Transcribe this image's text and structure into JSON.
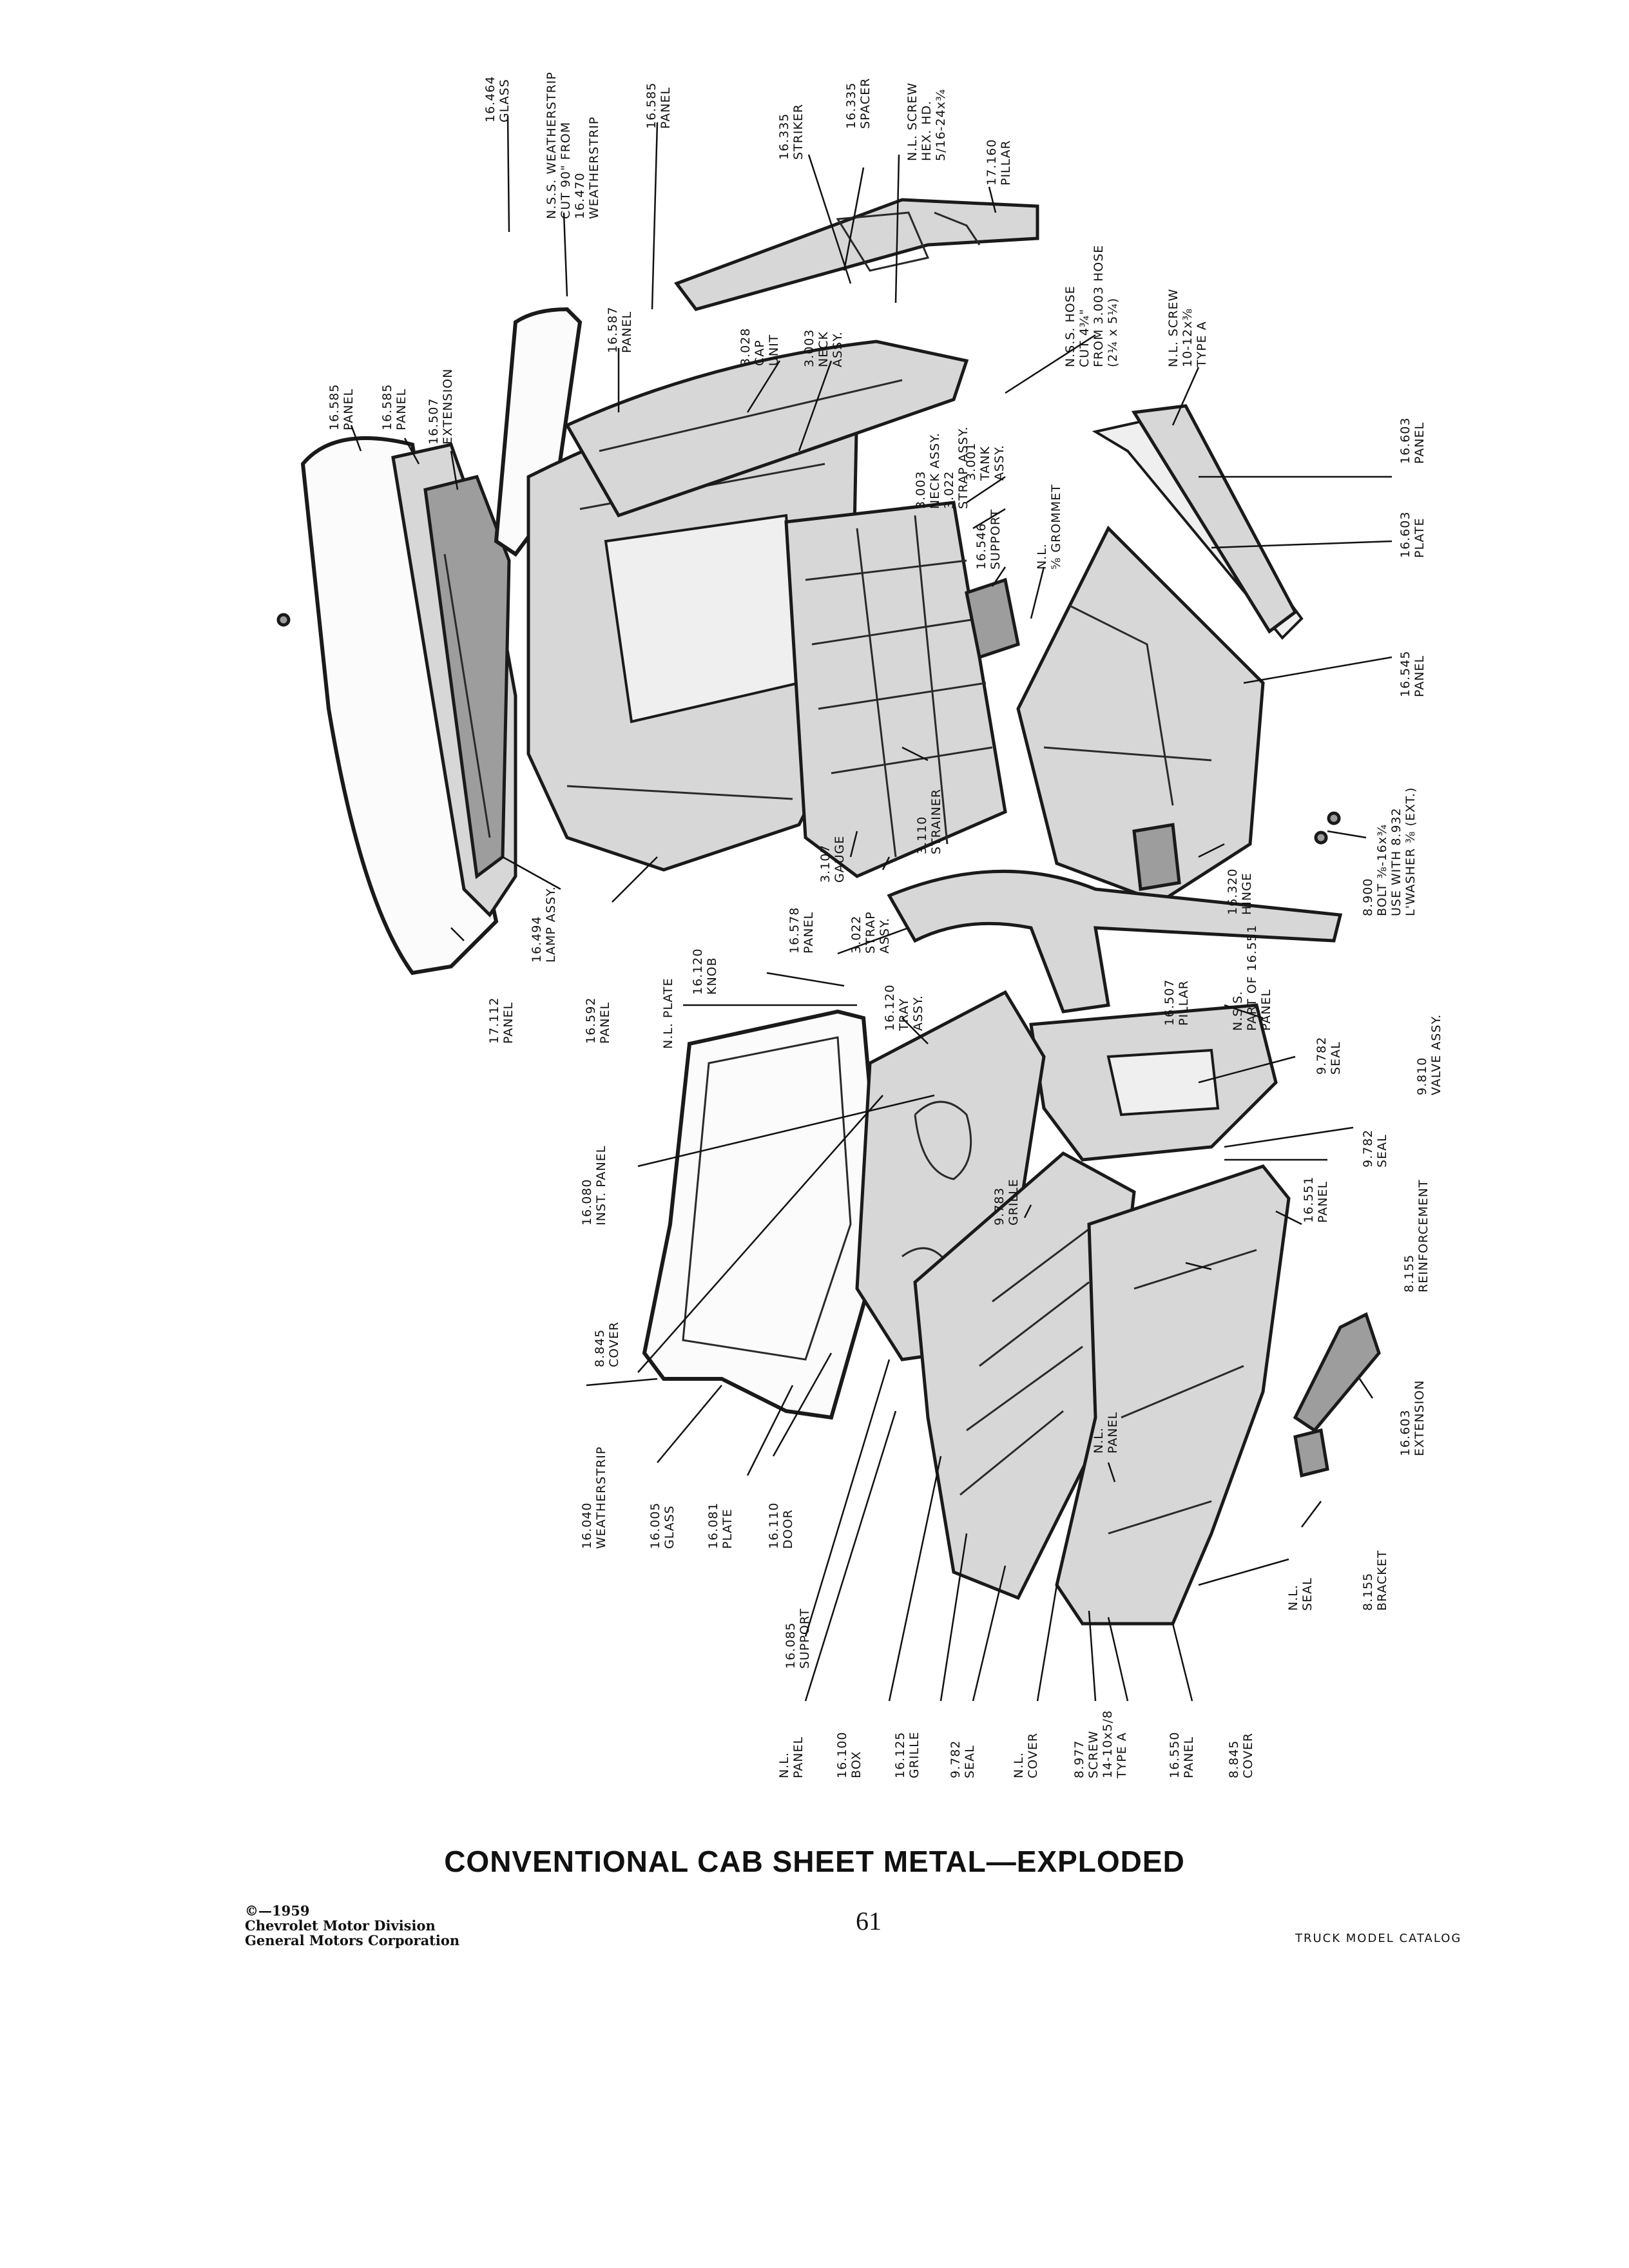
{
  "diagram": {
    "title": "CONVENTIONAL CAB SHEET METAL—EXPLODED",
    "callouts": [
      {
        "id": "c1",
        "lines": [
          "16.464",
          "GLASS"
        ]
      },
      {
        "id": "c2",
        "lines": [
          "N.S.S. WEATHERSTRIP",
          "CUT 90\" FROM",
          "16.470",
          "WEATHERSTRIP"
        ]
      },
      {
        "id": "c3",
        "lines": [
          "16.585",
          "PANEL"
        ]
      },
      {
        "id": "c4",
        "lines": [
          "16.335",
          "STRIKER"
        ]
      },
      {
        "id": "c5",
        "lines": [
          "16.335",
          "SPACER"
        ]
      },
      {
        "id": "c6",
        "lines": [
          "N.L. SCREW",
          "HEX. HD.",
          "5/16-24x¾"
        ]
      },
      {
        "id": "c7",
        "lines": [
          "17.160",
          "PILLAR"
        ]
      },
      {
        "id": "c8",
        "lines": [
          "16.585",
          "PANEL"
        ]
      },
      {
        "id": "c9",
        "lines": [
          "16.585",
          "PANEL"
        ]
      },
      {
        "id": "c10",
        "lines": [
          "16.507",
          "EXTENSION"
        ]
      },
      {
        "id": "c11",
        "lines": [
          "16.587",
          "PANEL"
        ]
      },
      {
        "id": "c12",
        "lines": [
          "3.028",
          "CAP",
          "UNIT"
        ]
      },
      {
        "id": "c13",
        "lines": [
          "3.003",
          "NECK",
          "ASSY."
        ]
      },
      {
        "id": "c14",
        "lines": [
          "N.S.S. HOSE",
          "CUT 4¾\"",
          "FROM 3.003 HOSE",
          "(2¼ x 5¼)"
        ]
      },
      {
        "id": "c15",
        "lines": [
          "N.L. SCREW",
          "10-12x⅜",
          "TYPE A"
        ]
      },
      {
        "id": "c16",
        "lines": [
          "3.001",
          "TANK",
          "ASSY."
        ]
      },
      {
        "id": "c17",
        "lines": [
          "3.003",
          "NECK ASSY."
        ]
      },
      {
        "id": "c18",
        "lines": [
          "3.022",
          "STRAP ASSY."
        ]
      },
      {
        "id": "c19",
        "lines": [
          "16.546",
          "SUPPORT"
        ]
      },
      {
        "id": "c20",
        "lines": [
          "N.L.",
          "⅝ GROMMET"
        ]
      },
      {
        "id": "c21",
        "lines": [
          "16.603",
          "PANEL"
        ]
      },
      {
        "id": "c22",
        "lines": [
          "16.603",
          "PLATE"
        ]
      },
      {
        "id": "c23",
        "lines": [
          "16.545",
          "PANEL"
        ]
      },
      {
        "id": "c24",
        "lines": [
          "3.110",
          "STRAINER"
        ]
      },
      {
        "id": "c25",
        "lines": [
          "3.107",
          "GAUGE"
        ]
      },
      {
        "id": "c26",
        "lines": [
          "3.022",
          "STRAP",
          "ASSY."
        ]
      },
      {
        "id": "c27",
        "lines": [
          "16.578",
          "PANEL"
        ]
      },
      {
        "id": "c28",
        "lines": [
          "16.320",
          "HINGE"
        ]
      },
      {
        "id": "c29",
        "lines": [
          "8.900",
          "BOLT ⅜-16x¾",
          "USE WITH 8.932",
          "L'WASHER ⅜ (EXT.)"
        ]
      },
      {
        "id": "c30",
        "lines": [
          "16.494",
          "LAMP ASSY."
        ]
      },
      {
        "id": "c31",
        "lines": [
          "17.112",
          "PANEL"
        ]
      },
      {
        "id": "c32",
        "lines": [
          "16.592",
          "PANEL"
        ]
      },
      {
        "id": "c33",
        "lines": [
          "N.L. PLATE"
        ]
      },
      {
        "id": "c34",
        "lines": [
          "16.120",
          "KNOB"
        ]
      },
      {
        "id": "c35",
        "lines": [
          "16.120",
          "TRAY",
          "ASSY."
        ]
      },
      {
        "id": "c36",
        "lines": [
          "16.507",
          "PILLAR"
        ]
      },
      {
        "id": "c37",
        "lines": [
          "N.S.S.",
          "PART OF 16.551",
          "PANEL"
        ]
      },
      {
        "id": "c38",
        "lines": [
          "9.782",
          "SEAL"
        ]
      },
      {
        "id": "c39",
        "lines": [
          "9.810",
          "VALVE ASSY."
        ]
      },
      {
        "id": "c40",
        "lines": [
          "9.782",
          "SEAL"
        ]
      },
      {
        "id": "c41",
        "lines": [
          "16.080",
          "INST. PANEL"
        ]
      },
      {
        "id": "c42",
        "lines": [
          "9.783",
          "GRILLE"
        ]
      },
      {
        "id": "c43",
        "lines": [
          "16.551",
          "PANEL"
        ]
      },
      {
        "id": "c44",
        "lines": [
          "8.155",
          "REINFORCEMENT"
        ]
      },
      {
        "id": "c45",
        "lines": [
          "8.845",
          "COVER"
        ]
      },
      {
        "id": "c46",
        "lines": [
          "16.603",
          "EXTENSION"
        ]
      },
      {
        "id": "c47",
        "lines": [
          "N.L.",
          "PANEL"
        ]
      },
      {
        "id": "c48",
        "lines": [
          "16.040",
          "WEATHERSTRIP"
        ]
      },
      {
        "id": "c49",
        "lines": [
          "16.005",
          "GLASS"
        ]
      },
      {
        "id": "c50",
        "lines": [
          "16.081",
          "PLATE"
        ]
      },
      {
        "id": "c51",
        "lines": [
          "16.110",
          "DOOR"
        ]
      },
      {
        "id": "c52",
        "lines": [
          "8.155",
          "BRACKET"
        ]
      },
      {
        "id": "c53",
        "lines": [
          "N.L.",
          "SEAL"
        ]
      },
      {
        "id": "c54",
        "lines": [
          "16.085",
          "SUPPORT"
        ]
      },
      {
        "id": "c55",
        "lines": [
          "N.L.",
          "PANEL"
        ]
      },
      {
        "id": "c56",
        "lines": [
          "16.100",
          "BOX"
        ]
      },
      {
        "id": "c57",
        "lines": [
          "16.125",
          "GRILLE"
        ]
      },
      {
        "id": "c58",
        "lines": [
          "9.782",
          "SEAL"
        ]
      },
      {
        "id": "c59",
        "lines": [
          "N.L.",
          "COVER"
        ]
      },
      {
        "id": "c60",
        "lines": [
          "8.977",
          "SCREW",
          "14-10x5/8",
          "TYPE A"
        ]
      },
      {
        "id": "c61",
        "lines": [
          "16.550",
          "PANEL"
        ]
      },
      {
        "id": "c62",
        "lines": [
          "8.845",
          "COVER"
        ]
      }
    ]
  },
  "footer": {
    "copyright_lines": [
      "©—1959",
      "Chevrolet Motor Division",
      "General Motors Corporation"
    ],
    "page_number": "61",
    "catalog_name": "TRUCK MODEL CATALOG"
  }
}
